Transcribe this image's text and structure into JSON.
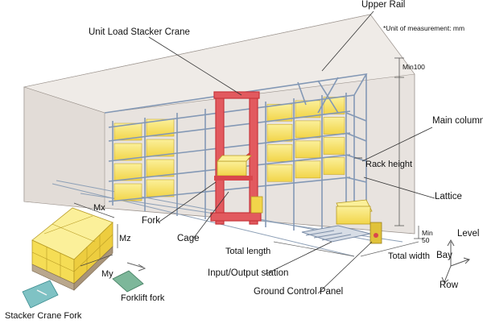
{
  "labels": {
    "upper_rail": "Upper Rail",
    "unit_load_stacker_crane": "Unit Load Stacker Crane",
    "unit_note": "*Unit of measurement: mm",
    "min100": "Min100",
    "main_column": "Main column",
    "rack_height": "Rack height",
    "lattice": "Lattice",
    "fork": "Fork",
    "cage": "Cage",
    "total_length": "Total length",
    "input_output_station": "Input/Output station",
    "ground_control_panel": "Ground Control Panel",
    "total_width": "Total width",
    "min": "Min",
    "fifty": "50",
    "mx": "Mx",
    "mz": "Mz",
    "my": "My",
    "forklift_fork": "Forklift fork",
    "stacker_crane_fork": "Stacker Crane Fork",
    "level": "Level",
    "bay": "Bay",
    "row": "Row"
  },
  "colors": {
    "rack_blue": "#8fa5c2",
    "load_yellow": "#f6e36a",
    "crane_red": "#d9474c",
    "envelope_gray": "#e6e1dd",
    "forklift_fork_green": "#6fa98c"
  }
}
